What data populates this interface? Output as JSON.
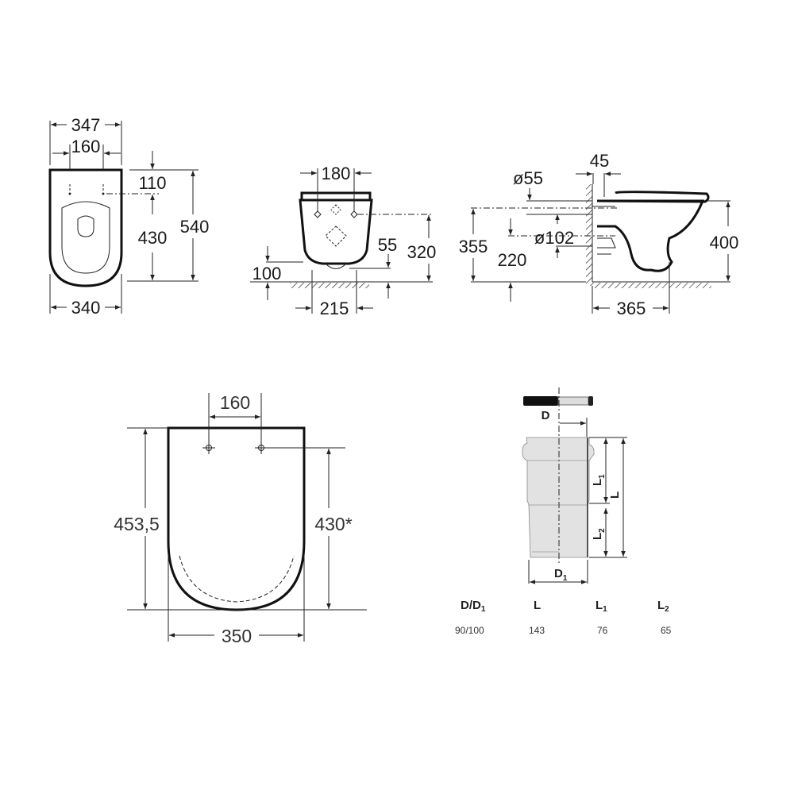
{
  "views": {
    "front": {
      "width_top": "347",
      "bolt_spacing": "160",
      "bolt_offset": "110",
      "bolt_to_front": "430",
      "length": "540",
      "width_bottom": "340"
    },
    "rear": {
      "bolt_spacing": "180",
      "floor_height": "100",
      "outlet_offset": "55",
      "bolt_height": "320",
      "base_width": "215"
    },
    "side": {
      "inlet_diameter": "ø55",
      "wall_gap": "45",
      "inlet_height": "355",
      "outlet_height": "220",
      "outlet_diameter": "ø102",
      "bowl_height": "400",
      "projection": "365"
    },
    "seat": {
      "bolt_spacing": "160",
      "length": "453,5",
      "bolt_to_front": "430*",
      "width": "350"
    }
  },
  "pipe": {
    "labels": {
      "d": "D",
      "d1_main": "D",
      "d1_sub": "1",
      "l": "L",
      "l1_main": "L",
      "l1_sub": "1",
      "l2_main": "L",
      "l2_sub": "2"
    },
    "table": {
      "headers": [
        {
          "main": "D/D",
          "sub": "1"
        },
        {
          "main": "L",
          "sub": ""
        },
        {
          "main": "L",
          "sub": "1"
        },
        {
          "main": "L",
          "sub": "2"
        }
      ],
      "values": [
        "90/100",
        "143",
        "76",
        "65"
      ]
    }
  }
}
